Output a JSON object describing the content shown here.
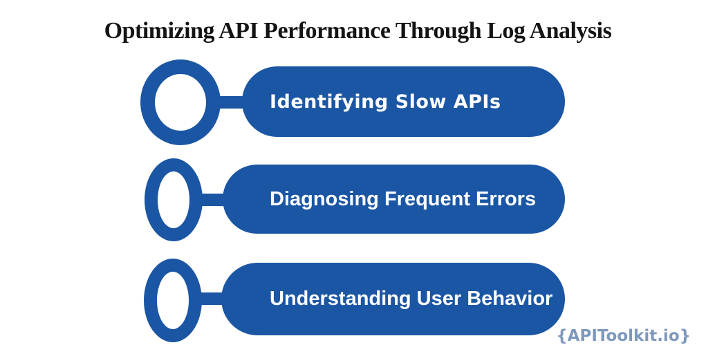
{
  "title": "Optimizing API Performance Through Log Analysis",
  "steps": [
    {
      "label": "Identifying Slow APIs"
    },
    {
      "label": "Diagnosing Frequent Errors"
    },
    {
      "label": "Understanding User Behavior"
    }
  ],
  "footer": {
    "brand": "{APIToolkit.io}"
  },
  "colors": {
    "accent": "#1B56A4",
    "title": "#141414",
    "footer": "#7E98BD",
    "background": "#FFFFFF",
    "pill_text": "#FFFFFF"
  }
}
